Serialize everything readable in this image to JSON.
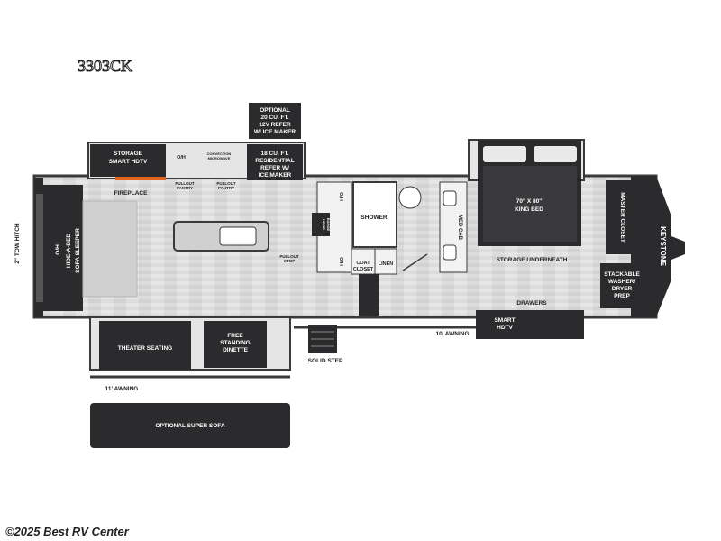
{
  "model": "3303CK",
  "brand": "KEYSTONE",
  "copyright": "©2025 Best RV Center",
  "labels": {
    "optional_refer": [
      "OPTIONAL",
      "20 CU. FT.",
      "12V REFER",
      "W/ ICE MAKER"
    ],
    "storage_tv": [
      "STORAGE",
      "SMART HDTV"
    ],
    "oh_kitchen": "O/H",
    "convection": [
      "CONVECTION",
      "MICROWAVE"
    ],
    "residential_refer": [
      "18 CU. FT.",
      "RESIDENTIAL",
      "REFER W/",
      "ICE MAKER"
    ],
    "pullout_pantry": [
      "PULLOUT",
      "PANTRY"
    ],
    "fireplace": "FIREPLACE",
    "tow_hitch": "2\" TOW HITCH",
    "oh_front": "O/H",
    "sofa": [
      "HIDE-A-BED",
      "SOFA SLEEPER"
    ],
    "oh_upper": "O/H",
    "oh_lower": "O/H",
    "range_hood": [
      "RANGE",
      "HOOD"
    ],
    "pullout_ctop": [
      "PULLOUT",
      "CTOP"
    ],
    "shower": "SHOWER",
    "coat_closet": [
      "COAT",
      "CLOSET"
    ],
    "linen": "LINEN",
    "med_cab": "MED CAB",
    "king_bed": [
      "70\" X 80\"",
      "KING BED"
    ],
    "storage_underneath": "STORAGE UNDERNEATH",
    "master_closet": "MASTER CLOSET",
    "washer": [
      "STACKABLE",
      "WASHER/",
      "DRYER",
      "PREP"
    ],
    "drawers": "DRAWERS",
    "smart_hdtv": [
      "SMART",
      "HDTV"
    ],
    "awning_10": "10' AWNING",
    "theater": "THEATER SEATING",
    "dinette": [
      "FREE",
      "STANDING",
      "DINETTE"
    ],
    "solid_step": "SOLID STEP",
    "awning_11": "11' AWNING",
    "super_sofa": "OPTIONAL SUPER SOFA"
  },
  "colors": {
    "dark": "#2b2b2d",
    "floor": "#d9d9d9",
    "outline": "#3a3a3a",
    "fire": "#e0641e"
  }
}
